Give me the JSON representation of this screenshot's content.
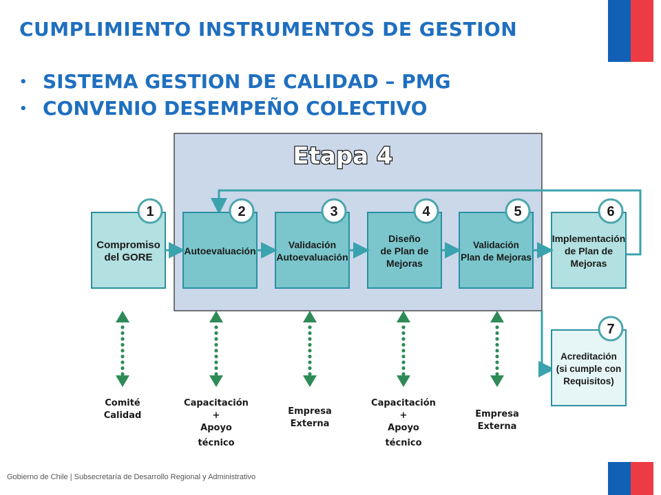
{
  "header": {
    "title": "CUMPLIMIENTO INSTRUMENTOS DE GESTION",
    "bullets": [
      "SISTEMA GESTION DE CALIDAD – PMG",
      "CONVENIO DESEMPEÑO COLECTIVO"
    ]
  },
  "diagram": {
    "stage_label": "Etapa 4",
    "steps": [
      {
        "number": "1",
        "lines": [
          "Compromiso",
          "del GORE"
        ]
      },
      {
        "number": "2",
        "lines": [
          "Autoevaluación"
        ]
      },
      {
        "number": "3",
        "lines": [
          "Validación",
          "Autoevaluación"
        ]
      },
      {
        "number": "4",
        "lines": [
          "Diseño",
          "de Plan de",
          "Mejoras"
        ]
      },
      {
        "number": "5",
        "lines": [
          "Validación",
          "Plan de Mejoras"
        ]
      },
      {
        "number": "6",
        "lines": [
          "Implementación",
          "de Plan de",
          "Mejoras"
        ]
      },
      {
        "number": "7",
        "lines": [
          "Acreditación",
          "(si cumple con",
          "Requisitos)"
        ]
      }
    ],
    "support_labels": [
      {
        "l1": "Comité",
        "l2": "Calidad",
        "l3": "",
        "l4": ""
      },
      {
        "l1": "Capacitación",
        "l2": "+",
        "l3": "Apoyo",
        "l4": "técnico"
      },
      {
        "l1": "Empresa",
        "l2": "Externa",
        "l3": "",
        "l4": ""
      },
      {
        "l1": "Capacitación",
        "l2": "+",
        "l3": "Apoyo",
        "l4": "técnico"
      },
      {
        "l1": "Empresa",
        "l2": "Externa",
        "l3": "",
        "l4": ""
      }
    ]
  },
  "colors": {
    "title_blue": "#1f6fbf",
    "stage_bg": "#cbd8ea",
    "box_light": "#b3e0e0",
    "box_dark": "#7ac6cc",
    "box_border": "#2a8fa0",
    "arrow_green": "#2e8b57",
    "flag_blue": "#1160b5",
    "flag_red": "#ec3b44"
  },
  "footer": {
    "text": "Gobierno de Chile | Subsecretaría de Desarrollo Regional y Administrativo"
  }
}
